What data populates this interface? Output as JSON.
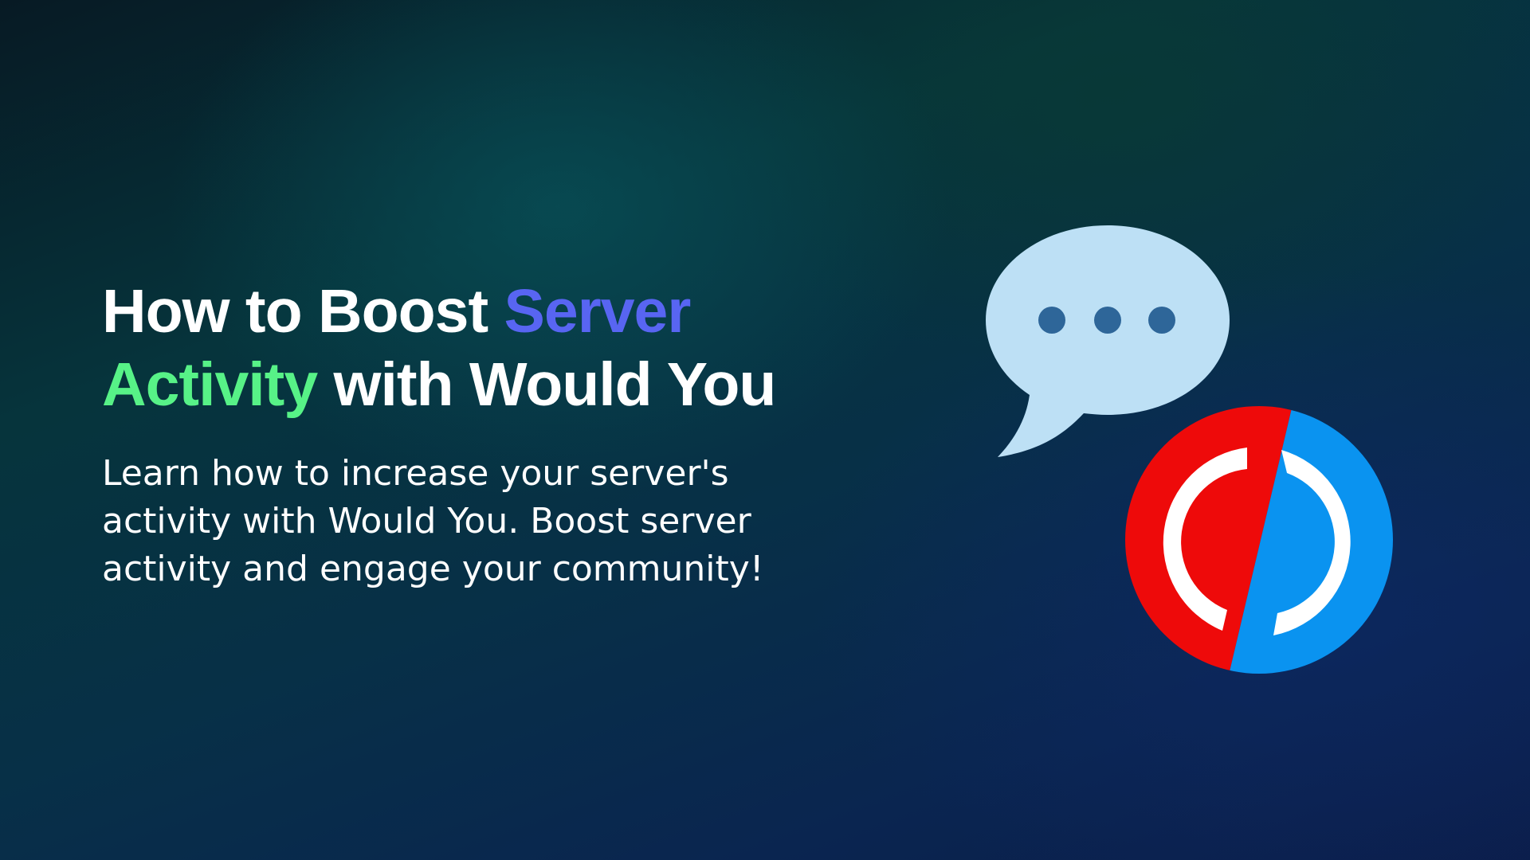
{
  "headline": {
    "part1": "How to Boost ",
    "part2_highlight_blue": "Server",
    "part3_highlight_green": "Activity",
    "part4": " with Would You"
  },
  "subtext": {
    "line1": "Learn how to increase your server's",
    "line2": "activity with Would You. Boost server",
    "line3": "activity and engage your community!"
  },
  "icons": {
    "chat_bubble": "speech-bubble-icon",
    "logo": "would-you-logo"
  },
  "colors": {
    "highlight_blue": "#5865f2",
    "highlight_green": "#57f287",
    "bubble_fill": "#bde0f5",
    "bubble_dots": "#2e6699",
    "logo_red": "#ee0a0a",
    "logo_blue": "#0a93f0"
  }
}
